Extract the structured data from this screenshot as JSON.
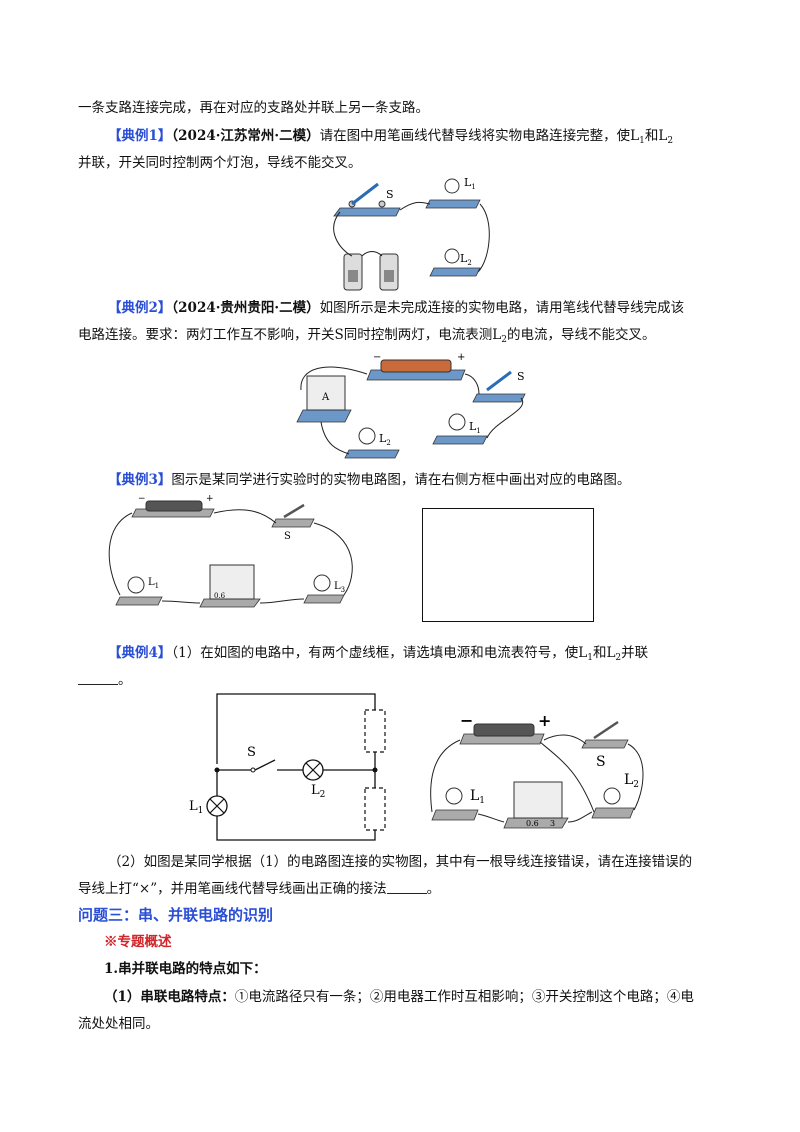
{
  "lines": {
    "intro": "一条支路连接完成，再在对应的支路处并联上另一条支路。",
    "ex1_tag": "【典例1】",
    "ex1_src": "（2024·江苏常州·二模）",
    "ex1_a": "请在图中用笔画线代替导线将实物电路连接完整，使",
    "ex1_and": "和",
    "ex1_b": "并联，开关同时控制两个灯泡，导线不能交叉。",
    "ex2_tag": "【典例2】",
    "ex2_src": "（2024·贵州贵阳·二模）",
    "ex2_a": "如图所示是未完成连接的实物电路，请用笔线代替导线完成该",
    "ex2_b1": "电路连接。要求：两灯工作互不影响，开关S同时控制两灯，电流表测",
    "ex2_b2": "的电流，导线不能交叉。",
    "ex3_tag": "【典例3】",
    "ex3_a": "图示是某同学进行实验时的实物电路图，请在右侧方框中画出对应的电路图。",
    "ex4_tag": "【典例4】",
    "ex4_a": "（1）在如图的电路中，有两个虚线框，请选填电源和电流表符号，使L",
    "ex4_and": "和L",
    "ex4_end": "并联",
    "ex4_b": "。",
    "ex4_p2a": "（2）如图是某同学根据（1）的电路图连接的实物图，其中有一根导线连接错误，请在连接错误的",
    "ex4_p2b": "导线上打“×”，并用笔画线代替导线画出正确的接法",
    "ex4_p2c": "。",
    "section": "问题三：串、并联电路的识别",
    "overview": "※专题概述",
    "point1": "1.串并联电路的特点如下：",
    "point1_1_bold": "（1）串联电路特点：",
    "point1_1_text": "①电流路径只有一条；②用电器工作时互相影响；③开关控制这个电路；④电",
    "point1_1_cont": "流处处相同。"
  },
  "figure_labels": {
    "L": "L",
    "sub1": "1",
    "sub2": "2",
    "sub3": "3",
    "S": "S",
    "A": "A",
    "minus": "−",
    "plus": "+",
    "scale": "0.6",
    "scale3": "3"
  },
  "colors": {
    "accent": "#2a4fd6",
    "red": "#d0262a"
  }
}
